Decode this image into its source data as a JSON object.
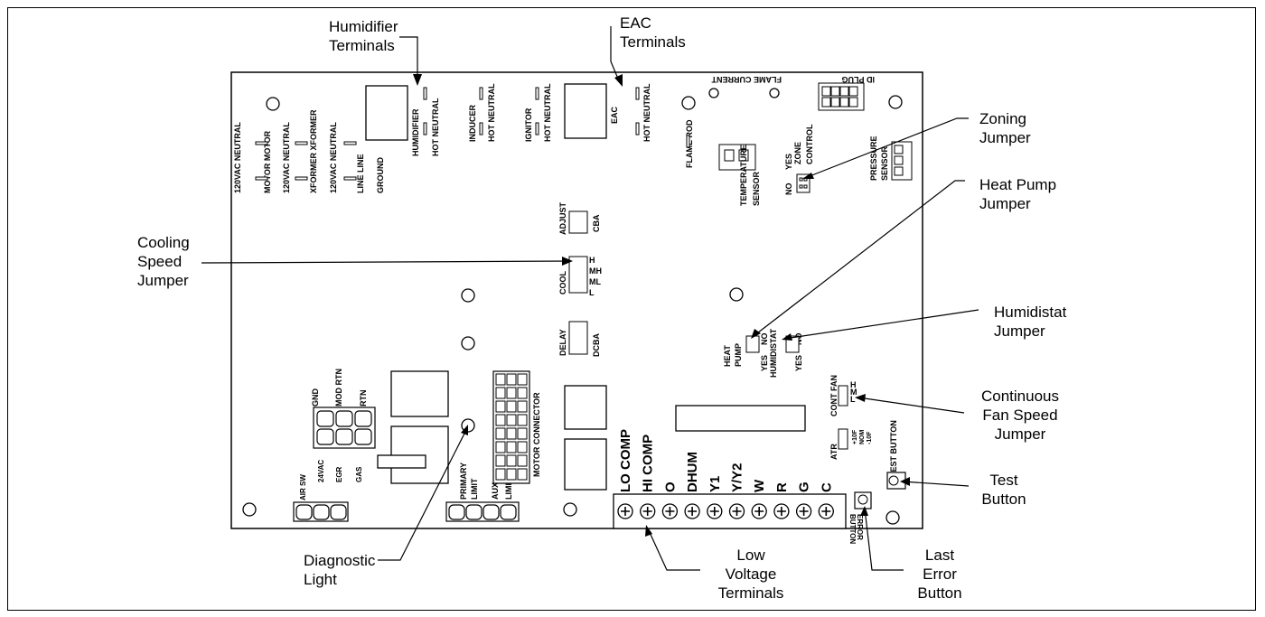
{
  "callouts": {
    "humidifier_terminals": [
      "Humidifier",
      "Terminals"
    ],
    "eac_terminals": [
      "EAC",
      "Terminals"
    ],
    "zoning_jumper": [
      "Zoning",
      "Jumper"
    ],
    "heat_pump_jumper": [
      "Heat Pump",
      "Jumper"
    ],
    "cooling_speed_jumper": [
      "Cooling",
      "Speed",
      "Jumper"
    ],
    "humidistat_jumper": [
      "Humidistat",
      "Jumper"
    ],
    "continuous_fan_speed_jumper": [
      "Continuous",
      "Fan Speed",
      "Jumper"
    ],
    "test_button": [
      "Test",
      "Button"
    ],
    "diagnostic_light": [
      "Diagnostic",
      "Light"
    ],
    "low_voltage_terminals": [
      "Low",
      "Voltage",
      "Terminals"
    ],
    "last_error_button": [
      "Last",
      "Error",
      "Button"
    ]
  },
  "board": {
    "line_voltage_labels": [
      "120VAC NEUTRAL",
      "MOTOR MOTOR",
      "120VAC NEUTRAL",
      "XFORMER XFORMER",
      "120VAC NEUTRAL",
      "LINE LINE",
      "GROUND"
    ],
    "humidifier": {
      "name": "HUMIDIFIER",
      "sub": "HOT NEUTRAL"
    },
    "inducer": {
      "name": "INDUCER",
      "sub": "HOT NEUTRAL"
    },
    "ignitor": {
      "name": "IGNITOR",
      "sub": "HOT NEUTRAL"
    },
    "eac": {
      "name": "EAC",
      "sub": "HOT NEUTRAL"
    },
    "flame_rod": "FLAME ROD",
    "flame_current": "FLAME CURRENT",
    "id_plug": "ID PLUG",
    "temperature_sensor": [
      "TEMPERATURE",
      "SENSOR"
    ],
    "zone_control": {
      "title": [
        "ZONE",
        "CONTROL"
      ],
      "options": [
        "NO",
        "YES"
      ]
    },
    "pressure_sensor": [
      "PRESSURE",
      "SENSOR"
    ],
    "adjust": {
      "name": "ADJUST",
      "pins": "CBA"
    },
    "cool": {
      "name": "COOL",
      "pins": [
        "H",
        "MH",
        "ML",
        "L"
      ]
    },
    "delay": {
      "name": "DELAY",
      "pins": "DCBA"
    },
    "heat_pump": {
      "title": [
        "HEAT",
        "PUMP"
      ],
      "options": [
        "YES",
        "NO"
      ]
    },
    "humidistat": {
      "title": "HUMIDISTAT",
      "options": [
        "YES",
        "NO"
      ]
    },
    "cont_fan": {
      "name": "CONT FAN",
      "pins": [
        "L",
        "M",
        "H"
      ]
    },
    "atr": {
      "name": "ATR",
      "pins": [
        "+10F",
        "NOM",
        "-10F"
      ]
    },
    "test_button": "TEST BUTTON",
    "error_button": [
      "ERROR",
      "BUTTON"
    ],
    "gas_valve_labels": [
      "GND",
      "MOD RTN",
      "RTN"
    ],
    "air_sw_labels": [
      "AIR SW",
      "24VAC",
      "EGR",
      "GAS"
    ],
    "limit_labels": [
      "PRIMARY",
      "LIMIT",
      "AUX",
      "LIMIT"
    ],
    "motor_connector": "MOTOR CONNECTOR",
    "terminals": [
      "LO COMP",
      "HI COMP",
      "O",
      "DHUM",
      "Y1",
      "Y/Y2",
      "W",
      "R",
      "G",
      "C"
    ]
  }
}
